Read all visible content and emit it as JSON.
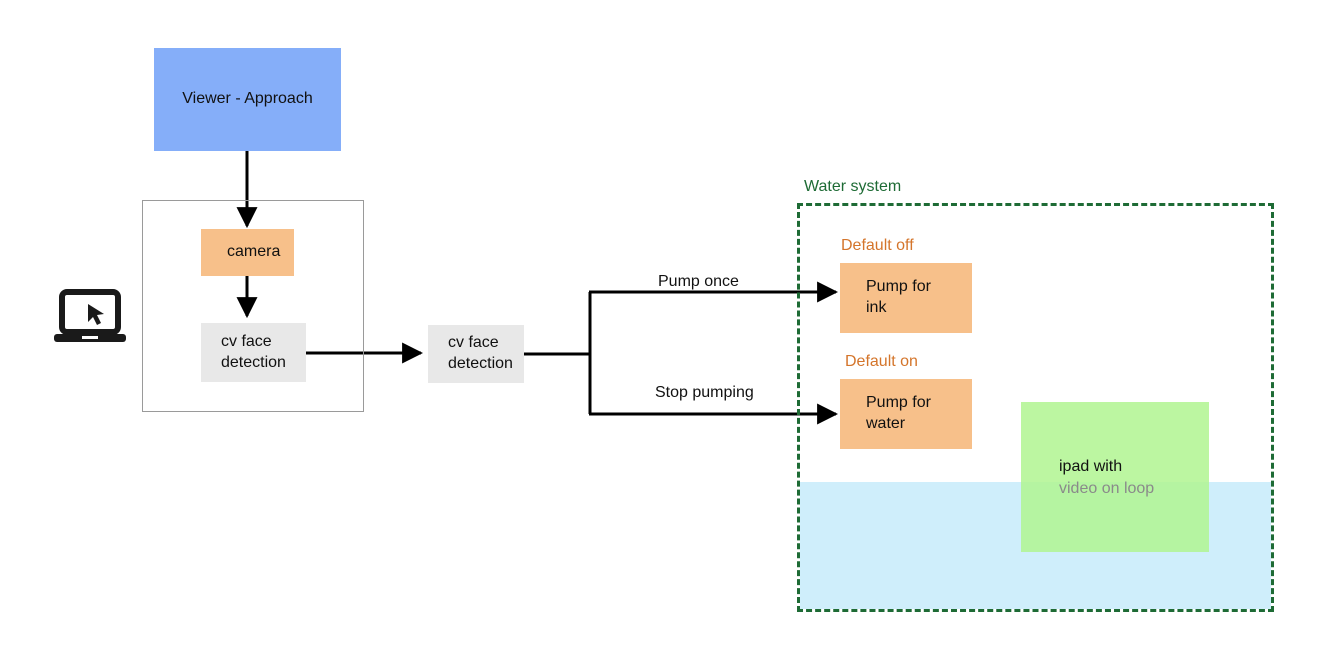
{
  "diagram": {
    "type": "flowchart",
    "title": "",
    "colors": {
      "viewer_blue": "#85aef9",
      "pump_orange": "#f7c08a",
      "detection_gray": "#e8e8e8",
      "ipad_green": "#b0f590",
      "water_blue": "#cfeefb",
      "group_green": "#1e6b35",
      "default_label_orange": "#d4752b",
      "container_border": "#9a9a9a",
      "edge_black": "#000000"
    },
    "nodes": {
      "viewer": {
        "label": "Viewer - Approach"
      },
      "camera": {
        "label": "camera"
      },
      "cv_face_detection_inner": {
        "label": "cv face\ndetection"
      },
      "cv_face_detection_outer": {
        "label": "cv face\ndetection"
      },
      "pump_for_ink": {
        "label": "Pump for\nink"
      },
      "pump_for_water": {
        "label": "Pump for\nwater"
      },
      "ipad": {
        "label_line1": "ipad with",
        "label_line2": "video on loop"
      }
    },
    "labels": {
      "water_system": "Water system",
      "default_off": "Default off",
      "default_on": "Default on",
      "pump_once": "Pump once",
      "stop_pumping": "Stop pumping"
    },
    "icons": {
      "laptop": "laptop-cursor-icon"
    }
  }
}
